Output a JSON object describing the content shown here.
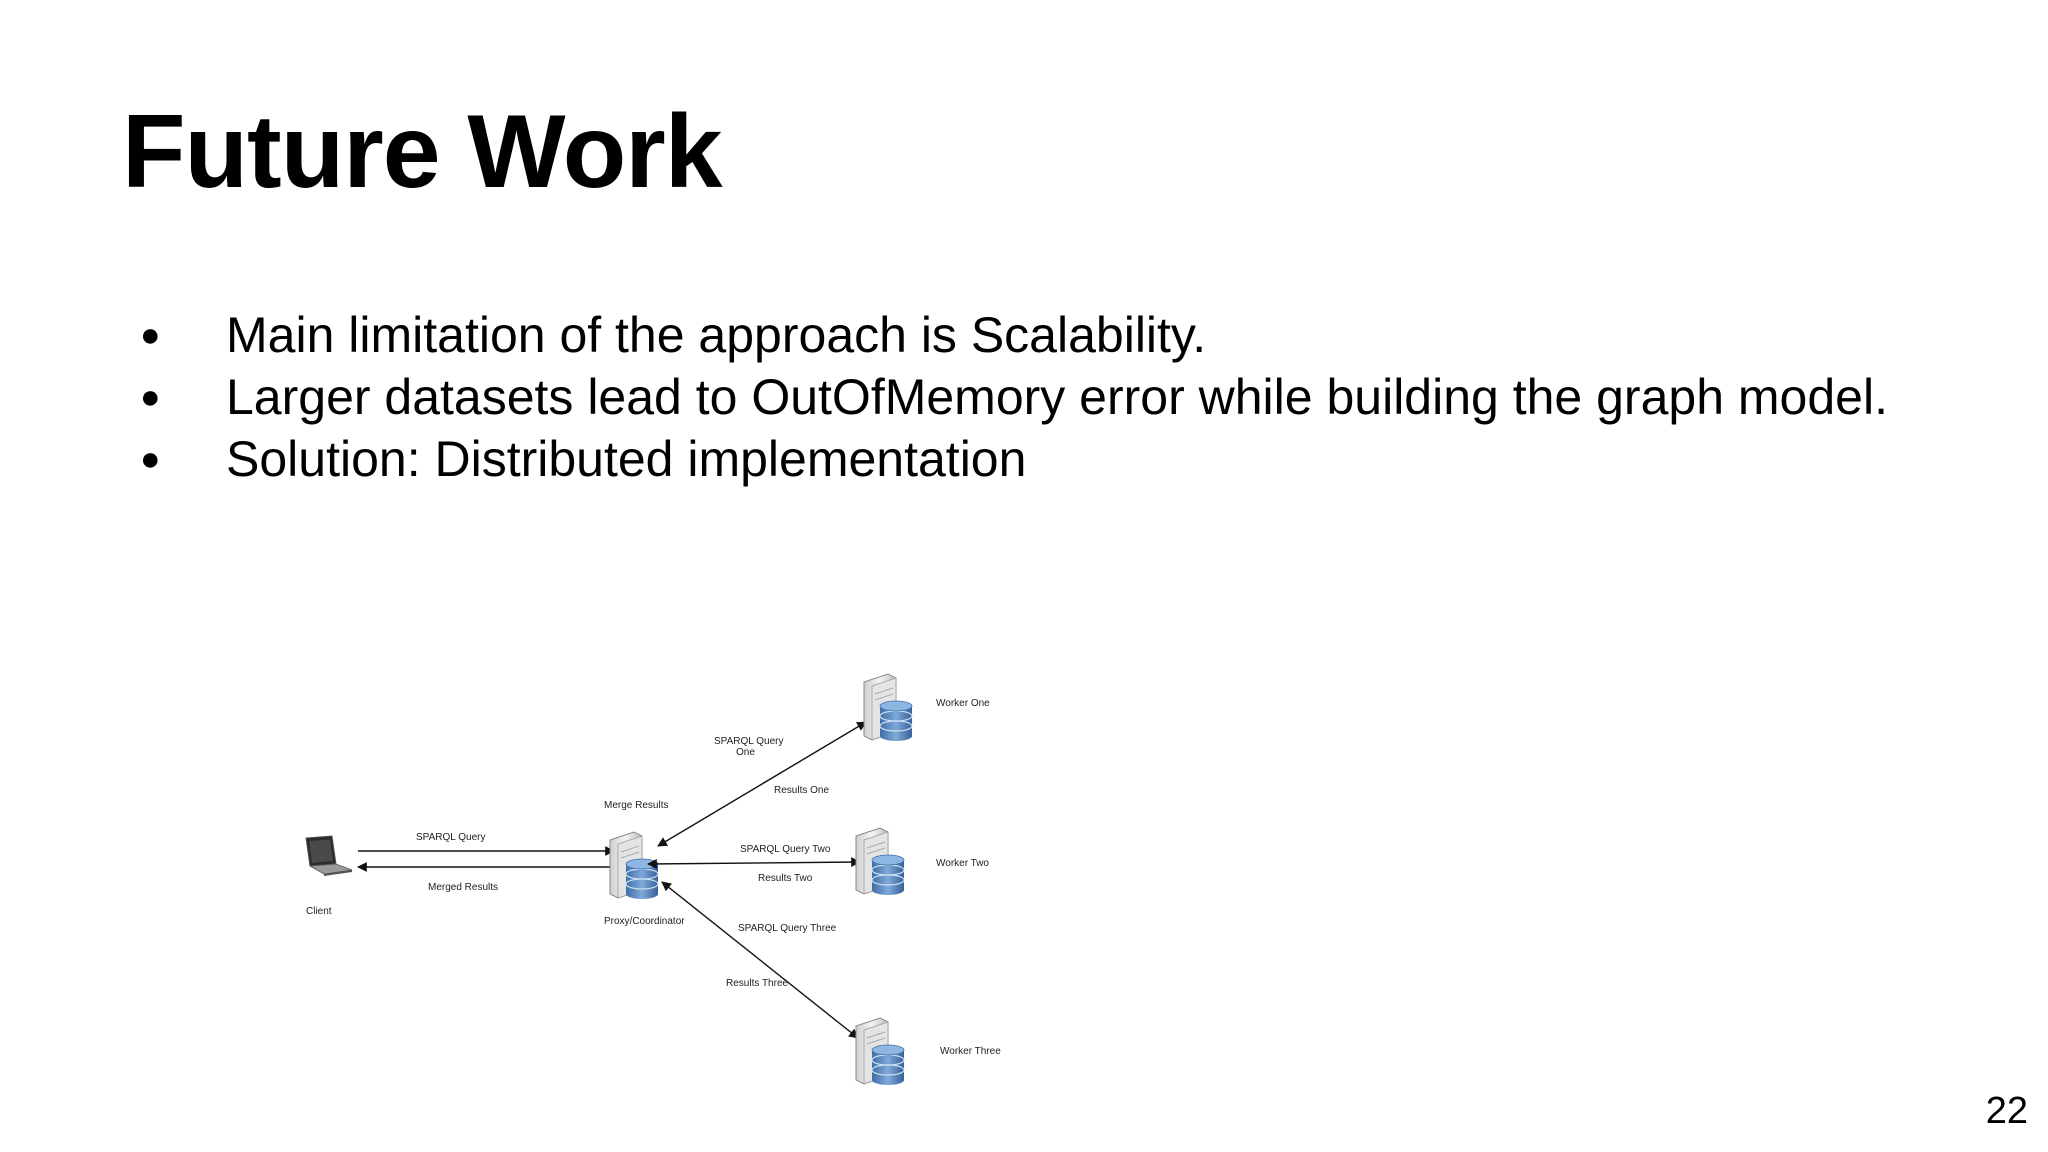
{
  "slide": {
    "title": "Future Work",
    "bullets": [
      "Main limitation of the approach is Scalability.",
      "Larger datasets lead to OutOfMemory error while building the graph model.",
      "Solution: Distributed implementation"
    ],
    "bullet_glyph": "●",
    "page_number": "22"
  },
  "diagram": {
    "nodes": {
      "client": "Client",
      "coordinator": "Proxy/Coordinator",
      "worker_one": "Worker One",
      "worker_two": "Worker Two",
      "worker_three": "Worker Three"
    },
    "edges": {
      "sparql_query": "SPARQL Query",
      "merged_results": "Merged Results",
      "merge_results": "Merge Results",
      "query_one_line1": "SPARQL Query",
      "query_one_line2": "One",
      "results_one": "Results One",
      "query_two": "SPARQL Query Two",
      "results_two": "Results Two",
      "query_three": "SPARQL Query Three",
      "results_three": "Results Three"
    },
    "icons": {
      "client": "laptop-icon",
      "servers": "database-server-icon"
    }
  }
}
